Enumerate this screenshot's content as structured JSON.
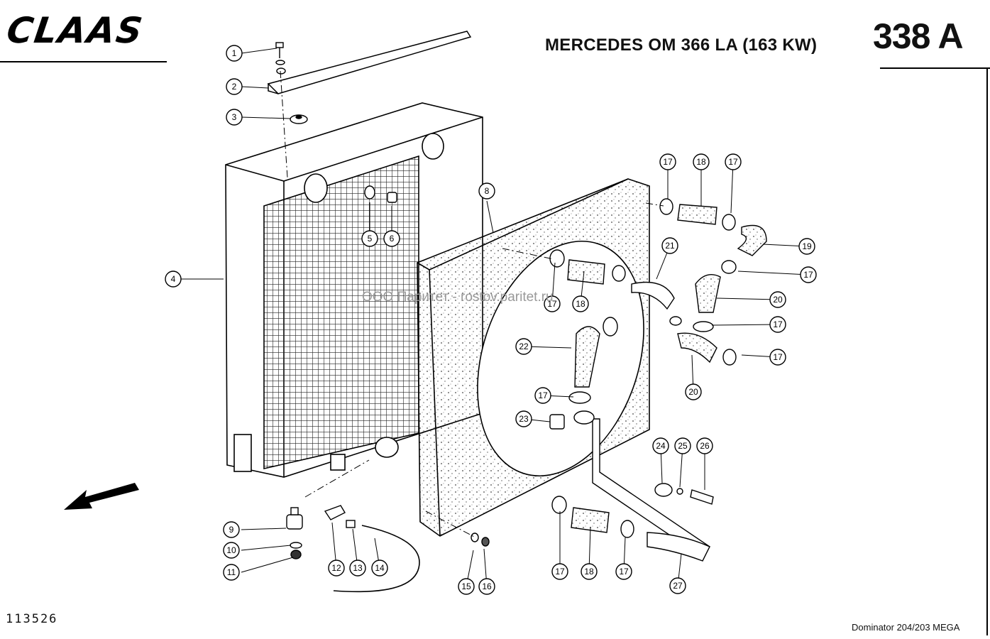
{
  "header": {
    "brand": "CLAAS",
    "title": "MERCEDES OM 366 LA (163 KW)",
    "page_number": "338 A"
  },
  "footer": {
    "document_number": "113526",
    "model": "Dominator 204/203 MEGA"
  },
  "watermark": "ООО Паритет - rostov.paritet.ru",
  "callouts": [
    {
      "label": "1",
      "lead": [
        [
          340,
          75
        ],
        [
          390,
          68
        ]
      ]
    },
    {
      "label": "2",
      "lead": [
        [
          340,
          122
        ],
        [
          378,
          124
        ]
      ]
    },
    {
      "label": "3",
      "lead": [
        [
          340,
          165
        ],
        [
          410,
          167
        ]
      ]
    },
    {
      "label": "4",
      "lead": [
        [
          255,
          393
        ],
        [
          315,
          393
        ]
      ]
    },
    {
      "label": "5",
      "lead": [
        [
          521,
          336
        ],
        [
          521,
          285
        ]
      ]
    },
    {
      "label": "6",
      "lead": [
        [
          552,
          336
        ],
        [
          552,
          290
        ]
      ]
    },
    {
      "label": "8",
      "lead": [
        [
          686,
          283
        ],
        [
          695,
          328
        ]
      ]
    },
    {
      "label": "9",
      "lead": [
        [
          340,
          746
        ],
        [
          403,
          744
        ]
      ]
    },
    {
      "label": "10",
      "lead": [
        [
          340,
          775
        ],
        [
          410,
          768
        ]
      ]
    },
    {
      "label": "11",
      "lead": [
        [
          340,
          806
        ],
        [
          413,
          785
        ]
      ]
    },
    {
      "label": "12",
      "lead": [
        [
          474,
          799
        ],
        [
          468,
          736
        ]
      ]
    },
    {
      "label": "13",
      "lead": [
        [
          504,
          799
        ],
        [
          497,
          745
        ]
      ]
    },
    {
      "label": "14",
      "lead": [
        [
          535,
          799
        ],
        [
          528,
          758
        ]
      ]
    },
    {
      "label": "15",
      "lead": [
        [
          657,
          826
        ],
        [
          667,
          775
        ]
      ]
    },
    {
      "label": "16",
      "lead": [
        [
          686,
          826
        ],
        [
          682,
          773
        ]
      ]
    },
    {
      "label": "17",
      "lead": [
        [
          941,
          228
        ],
        [
          941,
          280
        ]
      ]
    },
    {
      "label": "18",
      "lead": [
        [
          988,
          228
        ],
        [
          988,
          290
        ]
      ]
    },
    {
      "label": "17",
      "lead": [
        [
          1033,
          228
        ],
        [
          1030,
          300
        ]
      ]
    },
    {
      "label": "19",
      "lead": [
        [
          1137,
          347
        ],
        [
          1075,
          344
        ]
      ]
    },
    {
      "label": "21",
      "lead": [
        [
          944,
          346
        ],
        [
          925,
          393
        ]
      ]
    },
    {
      "label": "17",
      "lead": [
        [
          1139,
          387
        ],
        [
          1040,
          382
        ]
      ]
    },
    {
      "label": "20",
      "lead": [
        [
          1096,
          422
        ],
        [
          1010,
          420
        ]
      ]
    },
    {
      "label": "17",
      "lead": [
        [
          778,
          428
        ],
        [
          782,
          370
        ]
      ]
    },
    {
      "label": "18",
      "lead": [
        [
          818,
          428
        ],
        [
          823,
          382
        ]
      ]
    },
    {
      "label": "17",
      "lead": [
        [
          1096,
          457
        ],
        [
          1003,
          458
        ]
      ]
    },
    {
      "label": "22",
      "lead": [
        [
          738,
          488
        ],
        [
          805,
          490
        ]
      ]
    },
    {
      "label": "17",
      "lead": [
        [
          1096,
          503
        ],
        [
          1045,
          500
        ]
      ]
    },
    {
      "label": "20",
      "lead": [
        [
          977,
          552
        ],
        [
          975,
          500
        ]
      ]
    },
    {
      "label": "17",
      "lead": [
        [
          765,
          557
        ],
        [
          808,
          559
        ]
      ]
    },
    {
      "label": "23",
      "lead": [
        [
          738,
          590
        ],
        [
          775,
          594
        ]
      ]
    },
    {
      "label": "24",
      "lead": [
        [
          931,
          628
        ],
        [
          933,
          680
        ]
      ]
    },
    {
      "label": "25",
      "lead": [
        [
          962,
          628
        ],
        [
          958,
          686
        ]
      ]
    },
    {
      "label": "26",
      "lead": [
        [
          993,
          628
        ],
        [
          993,
          690
        ]
      ]
    },
    {
      "label": "17",
      "lead": [
        [
          789,
          805
        ],
        [
          789,
          720
        ]
      ]
    },
    {
      "label": "18",
      "lead": [
        [
          830,
          805
        ],
        [
          832,
          742
        ]
      ]
    },
    {
      "label": "17",
      "lead": [
        [
          879,
          805
        ],
        [
          881,
          757
        ]
      ]
    },
    {
      "label": "27",
      "lead": [
        [
          955,
          825
        ],
        [
          960,
          780
        ]
      ]
    }
  ],
  "callout_positions": "see script"
}
